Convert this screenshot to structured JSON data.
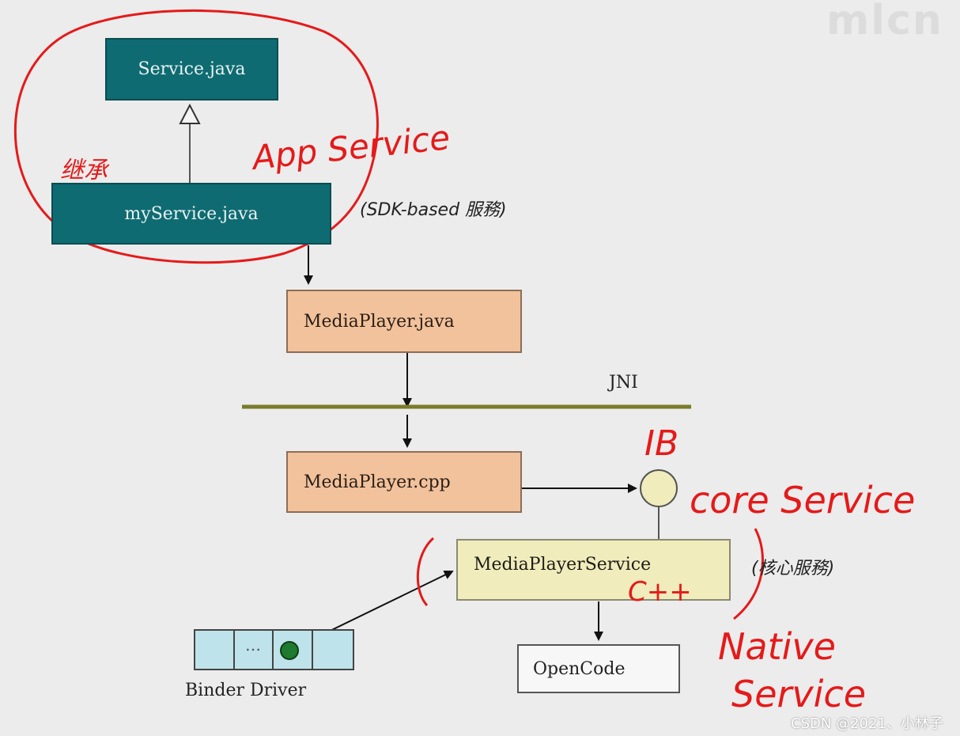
{
  "watermark_logo": "mlcn",
  "nodes": {
    "service_java": "Service.java",
    "my_service_java": "myService.java",
    "media_player_java": "MediaPlayer.java",
    "media_player_cpp": "MediaPlayer.cpp",
    "media_player_service": "MediaPlayerService",
    "open_code": "OpenCode"
  },
  "labels": {
    "sdk_based": "(SDK-based 服務)",
    "jni": "JNI",
    "core_service_cn": "(核心服務)",
    "binder_driver": "Binder Driver",
    "binder_ellipsis": "…"
  },
  "annotations": {
    "inherit_mark": "继承",
    "app_service": "App Service",
    "ib": "IB",
    "core_service": "core Service",
    "cpp": "C++",
    "native": "Native",
    "service": "Service"
  },
  "footer": "CSDN @2021、小林子",
  "colors": {
    "teal": "#0f6b72",
    "tan": "#f2c29c",
    "cream": "#f0ecbc",
    "jni_line": "#7a7a2a",
    "annotation_red": "#e51a1a",
    "binder_cell": "#bfe3ea",
    "binder_dot": "#1e7a2e"
  }
}
